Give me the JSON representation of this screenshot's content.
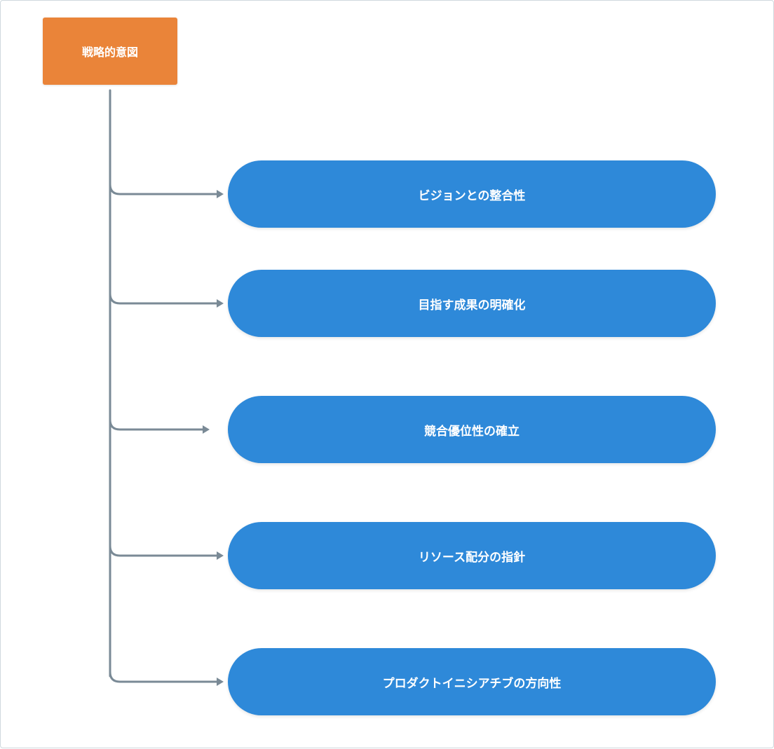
{
  "diagram": {
    "root": {
      "label": "戦略的意図"
    },
    "children": [
      {
        "label": "ビジョンとの整合性"
      },
      {
        "label": "目指す成果の明確化"
      },
      {
        "label": "競合優位性の確立"
      },
      {
        "label": "リソース配分の指針"
      },
      {
        "label": "プロダクトイニシアチブの方向性"
      }
    ]
  },
  "colors": {
    "root_fill": "#ea8439",
    "child_fill": "#2e89d9",
    "connector": "#7a8a96"
  }
}
